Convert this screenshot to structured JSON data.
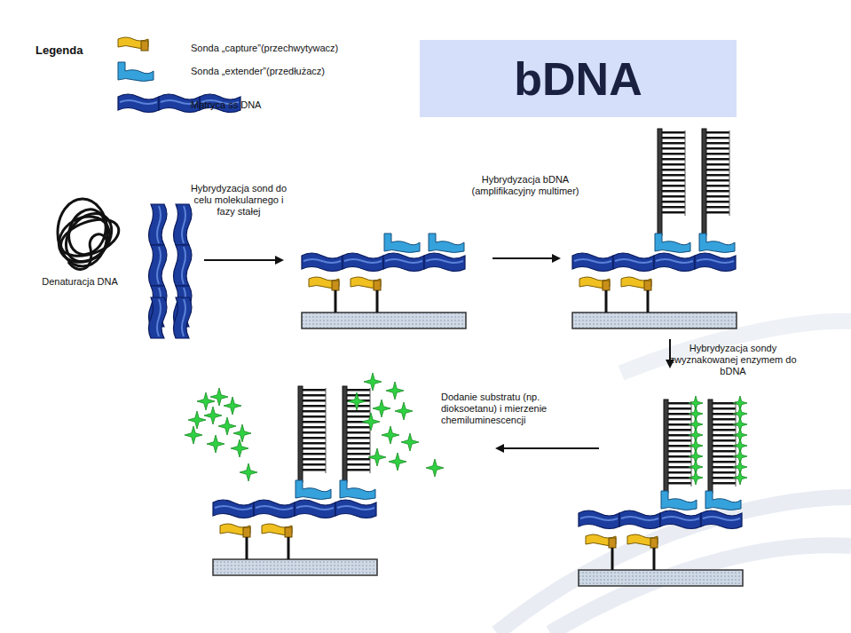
{
  "diagram": {
    "title": "bDNA",
    "labels": [
      "Legenda",
      "Hybrydyzacja sond do celu molekularnego i fazy stałej",
      "Hybrydyzacja bDNA (amplifikacyjny multimer)",
      "Hybrydyzacja sondy zwyznakowanej enzymem do bDNA",
      "Dodanie substratu (np. dioksoetanu) i mierzenie chemiluminescencji",
      "Denaturacja DNA"
    ],
    "legend": [
      {
        "text": "Sonda „capture”(przechwytywacz)"
      },
      {
        "text": "Sonda „extender”(przedłużacz)"
      },
      {
        "text": "Matryca ss DNA"
      }
    ]
  }
}
